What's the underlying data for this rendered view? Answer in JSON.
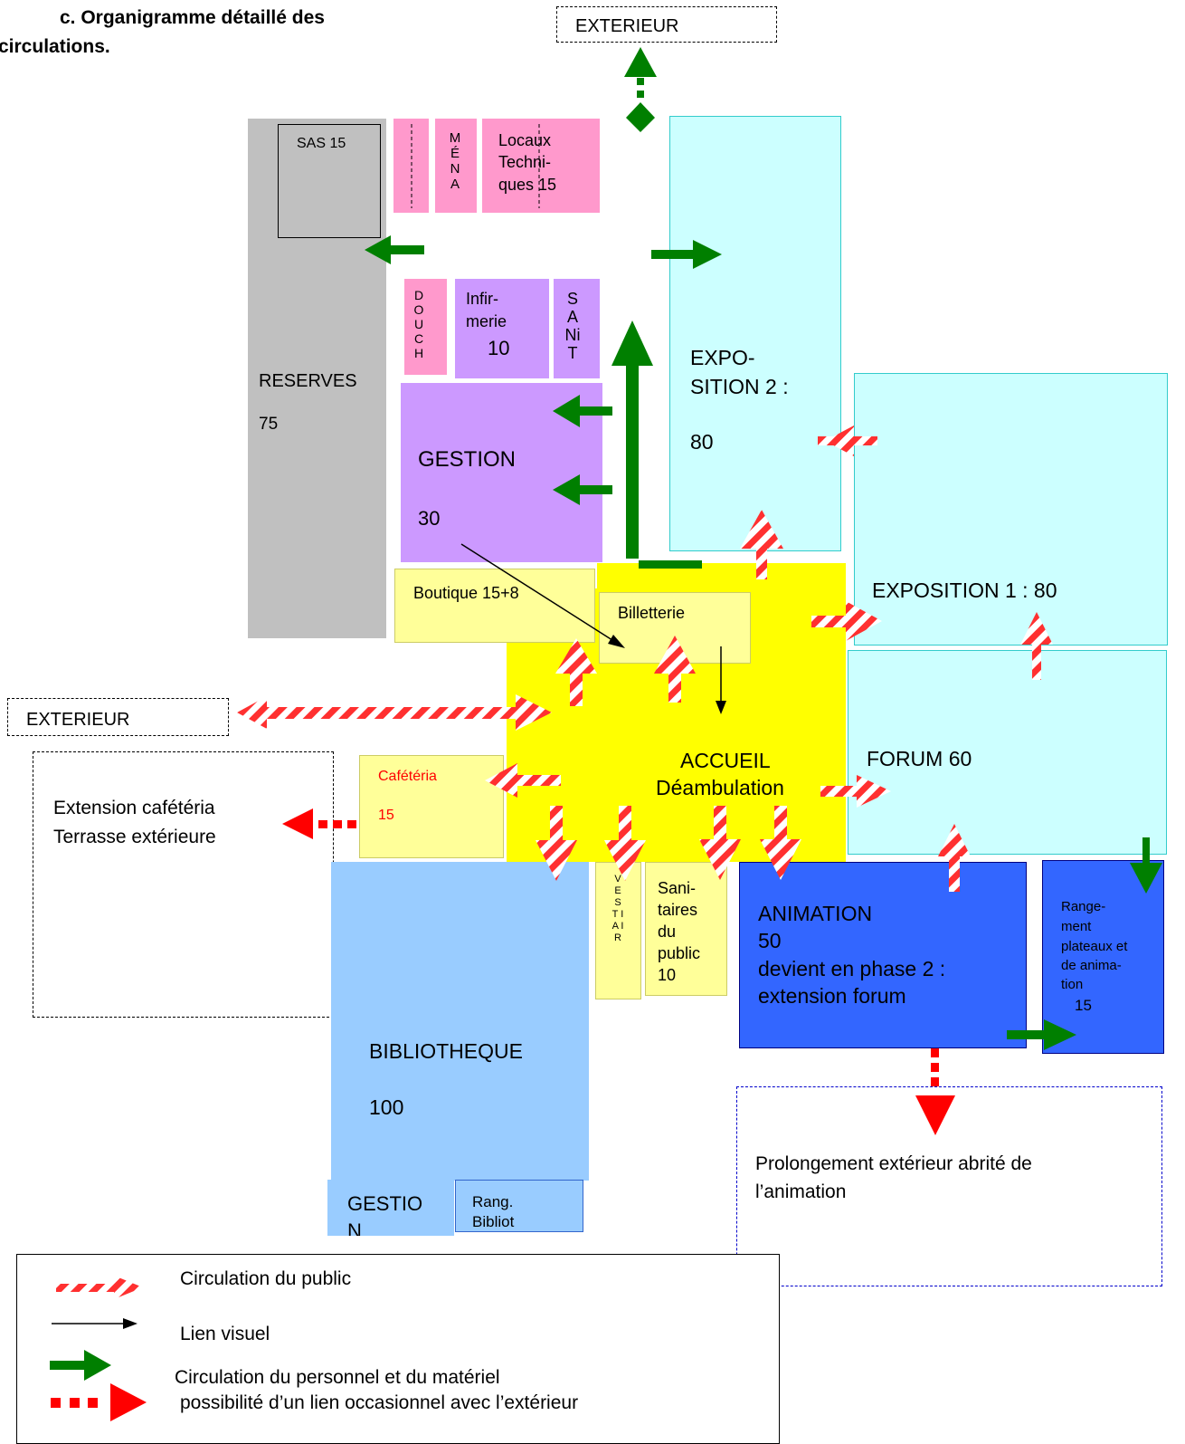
{
  "title": {
    "line1": "c.        Organigramme détaillé des",
    "line2": "circulations."
  },
  "exterieur_top": "EXTERIEUR",
  "exterieur_left": "EXTERIEUR",
  "rooms": {
    "sas": "SAS 15",
    "menage": "M É N A",
    "locaux_tech": {
      "l1": "Locaux",
      "l2": "Techni-",
      "l3": "ques 15"
    },
    "reserves": {
      "name": "RESERVES",
      "area": "75"
    },
    "douch": "D O U C H",
    "infirmerie": {
      "l1": "Infir-",
      "l2": "merie",
      "area": "10"
    },
    "sanit": "S A Ni T",
    "gestion": {
      "name": "GESTION",
      "area": "30"
    },
    "exposition2": {
      "l1": "EXPO-",
      "l2": "SITION 2 :",
      "area": "80"
    },
    "exposition1": "EXPOSITION 1 : 80",
    "boutique": "Boutique   15+8",
    "billetterie": "Billetterie",
    "accueil": {
      "l1": "ACCUEIL",
      "l2": "Déambulation"
    },
    "forum": "FORUM   60",
    "cafeteria": {
      "name": "Cafétéria",
      "area": "15"
    },
    "extension_cafe": {
      "l1": "Extension  cafétéria",
      "l2": "Terrasse extérieure"
    },
    "vestiaire": "V E S T I A I R",
    "sanitaires": {
      "l1": "Sani-",
      "l2": "taires",
      "l3": "du",
      "l4": "public",
      "area": "10"
    },
    "animation": {
      "l1": "ANIMATION",
      "l2": "50",
      "l3": "devient en phase 2 :",
      "l4": "extension forum"
    },
    "rangement": {
      "l1": "Range-",
      "l2": "ment",
      "l3": "plateaux et",
      "l4": "de anima-",
      "l5": "tion",
      "area": "15"
    },
    "bibliotheque": {
      "name": "BIBLIOTHEQUE",
      "area": "100"
    },
    "gestion_biblio": "GESTIO N",
    "rang_biblio": {
      "l1": "Rang.",
      "l2": "Bibliot"
    },
    "prolongement": {
      "l1": "Prolongement extérieur abrité de",
      "l2": "l’animation"
    }
  },
  "legend": {
    "public": "Circulation du public",
    "visuel": "Lien visuel",
    "personnel": "Circulation du personnel et du matériel",
    "exterieur": "possibilité d’un lien occasionnel avec l’extérieur"
  },
  "colors": {
    "gray": "#c0c0c0",
    "pink": "#ff99cc",
    "violet": "#cc99ff",
    "cyan": "#ccffff",
    "lightyellow": "#ffff99",
    "yellow": "#ffff00",
    "lightblue": "#99ccff",
    "blue": "#3366ff",
    "green": "#007f00",
    "red": "#ff0000"
  }
}
